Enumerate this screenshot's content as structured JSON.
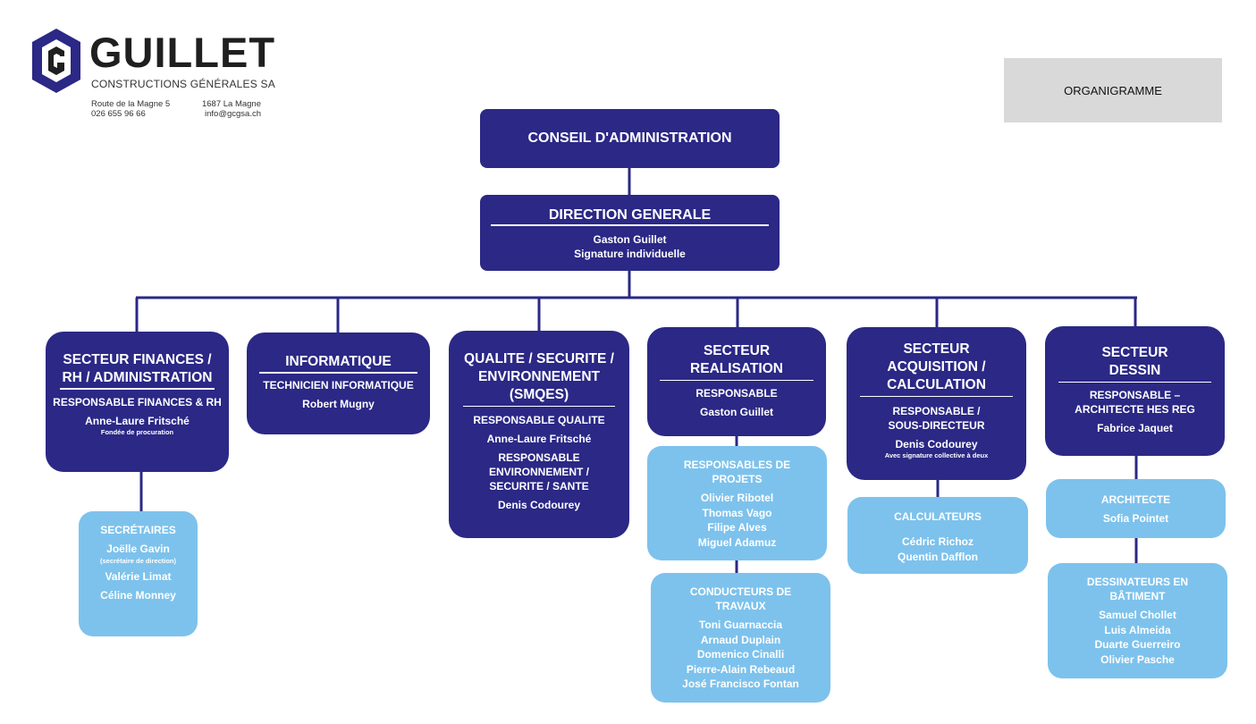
{
  "logo": {
    "brand": "GUILLET",
    "subtitle": "CONSTRUCTIONS GÉNÉRALES SA",
    "address_line1": "Route de la Magne 5",
    "phone": "026 655 96 66",
    "city": "1687 La Magne",
    "email": "info@gcgsa.ch"
  },
  "title_tag": "ORGANIGRAMME",
  "colors": {
    "dark_box": "#2b2886",
    "light_box": "#7dc2ec",
    "tag_bg": "#d9d9d9"
  },
  "board": {
    "title": "CONSEIL D'ADMINISTRATION"
  },
  "direction": {
    "title": "DIRECTION GENERALE",
    "name": "Gaston Guillet",
    "note": "Signature individuelle"
  },
  "sectors": {
    "finances": {
      "title_line1": "SECTEUR FINANCES /",
      "title_line2": "RH / ADMINISTRATION",
      "role": "RESPONSABLE FINANCES & RH",
      "name": "Anne-Laure Fritsché",
      "note": "Fondée de procuration"
    },
    "informatique": {
      "title": "INFORMATIQUE",
      "role": "TECHNICIEN INFORMATIQUE",
      "name": "Robert Mugny"
    },
    "qualite": {
      "title_line1": "QUALITE / SECURITE /",
      "title_line2": "ENVIRONNEMENT",
      "title_line3": "(SMQES)",
      "role1": "RESPONSABLE QUALITE",
      "name1": "Anne-Laure Fritsché",
      "role2_line1": "RESPONSABLE",
      "role2_line2": "ENVIRONNEMENT /",
      "role2_line3": "SECURITE / SANTE",
      "name2": "Denis Codourey"
    },
    "realisation": {
      "title_line1": "SECTEUR",
      "title_line2": "REALISATION",
      "role": "RESPONSABLE",
      "name": "Gaston Guillet"
    },
    "acquisition": {
      "title_line1": "SECTEUR",
      "title_line2": "ACQUISITION /",
      "title_line3": "CALCULATION",
      "role_line1": "RESPONSABLE /",
      "role_line2": "SOUS-DIRECTEUR",
      "name": "Denis Codourey",
      "note": "Avec signature collective à deux"
    },
    "dessin": {
      "title_line1": "SECTEUR",
      "title_line2": "DESSIN",
      "role_line1": "RESPONSABLE –",
      "role_line2": "ARCHITECTE HES REG",
      "name": "Fabrice Jaquet"
    }
  },
  "teams": {
    "secretaires": {
      "title": "SECRÉTAIRES",
      "member1": "Joëlle Gavin",
      "member1_note": "(secrétaire de direction)",
      "member2": "Valérie Limat",
      "member3": "Céline Monney"
    },
    "chefs_projets": {
      "title_line1": "RESPONSABLES DE",
      "title_line2": "PROJETS",
      "members": [
        "Olivier Ribotel",
        "Thomas Vago",
        "Filipe Alves",
        "Miguel Adamuz"
      ]
    },
    "conducteurs": {
      "title_line1": "CONDUCTEURS DE",
      "title_line2": "TRAVAUX",
      "members": [
        "Toni Guarnaccia",
        "Arnaud Duplain",
        "Domenico Cinalli",
        "Pierre-Alain Rebeaud",
        "José Francisco Fontan"
      ]
    },
    "calculateurs": {
      "title": "CALCULATEURS",
      "members": [
        "Cédric Richoz",
        "Quentin Dafflon"
      ]
    },
    "architecte": {
      "title": "ARCHITECTE",
      "member": "Sofia Pointet"
    },
    "dessinateurs": {
      "title_line1": "DESSINATEURS EN",
      "title_line2": "BÂTIMENT",
      "members": [
        "Samuel Chollet",
        "Luis Almeida",
        "Duarte Guerreiro",
        "Olivier Pasche"
      ]
    }
  }
}
